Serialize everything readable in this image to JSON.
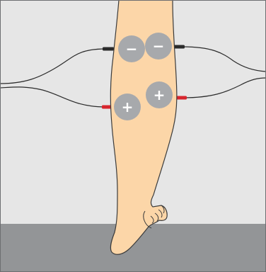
{
  "diagram": {
    "colors": {
      "background": "#e6e6e6",
      "floor": "#939597",
      "border": "#6d6e71",
      "skin": "#fcd6a8",
      "skin_outline": "#3b3b3b",
      "wire": "#2b2b2b",
      "negative_connector": "#2b2b2b",
      "positive_connector": "#d7262e",
      "electrode_pad": "#a7a9ac",
      "electrode_sign": "#ffffff"
    },
    "electrodes": [
      {
        "id": "upper-left",
        "polarity": "negative",
        "sign": "−"
      },
      {
        "id": "upper-right",
        "polarity": "negative",
        "sign": "−"
      },
      {
        "id": "lower-left",
        "polarity": "positive",
        "sign": "+"
      },
      {
        "id": "lower-right",
        "polarity": "positive",
        "sign": "+"
      }
    ]
  }
}
